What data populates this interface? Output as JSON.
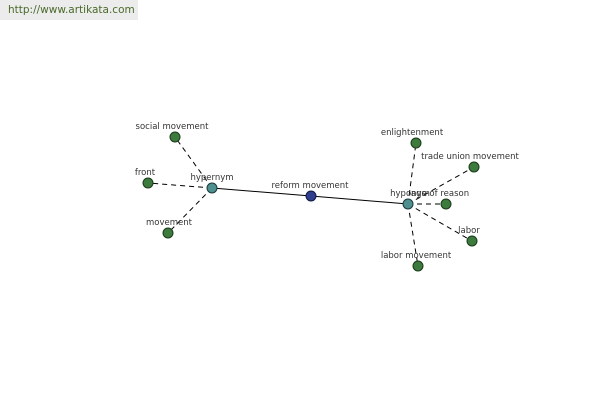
{
  "watermark": "http://www.artikata.com",
  "colors": {
    "center_node": "#2f3f8f",
    "hub_node": "#4f8f8f",
    "leaf_node": "#3d7a3d",
    "edge": "#000000",
    "text": "#333333"
  },
  "graph": {
    "center": {
      "label": "reform movement"
    },
    "hypernym_hub": {
      "label": "hypernym"
    },
    "hyponym_hub": {
      "label": "hyponym"
    },
    "hypernyms": [
      {
        "label": "social movement"
      },
      {
        "label": "front"
      },
      {
        "label": "movement"
      }
    ],
    "hyponyms": [
      {
        "label": "enlightenment"
      },
      {
        "label": "trade union movement"
      },
      {
        "label": "age of reason"
      },
      {
        "label": "labor"
      },
      {
        "label": "labor movement"
      }
    ]
  }
}
